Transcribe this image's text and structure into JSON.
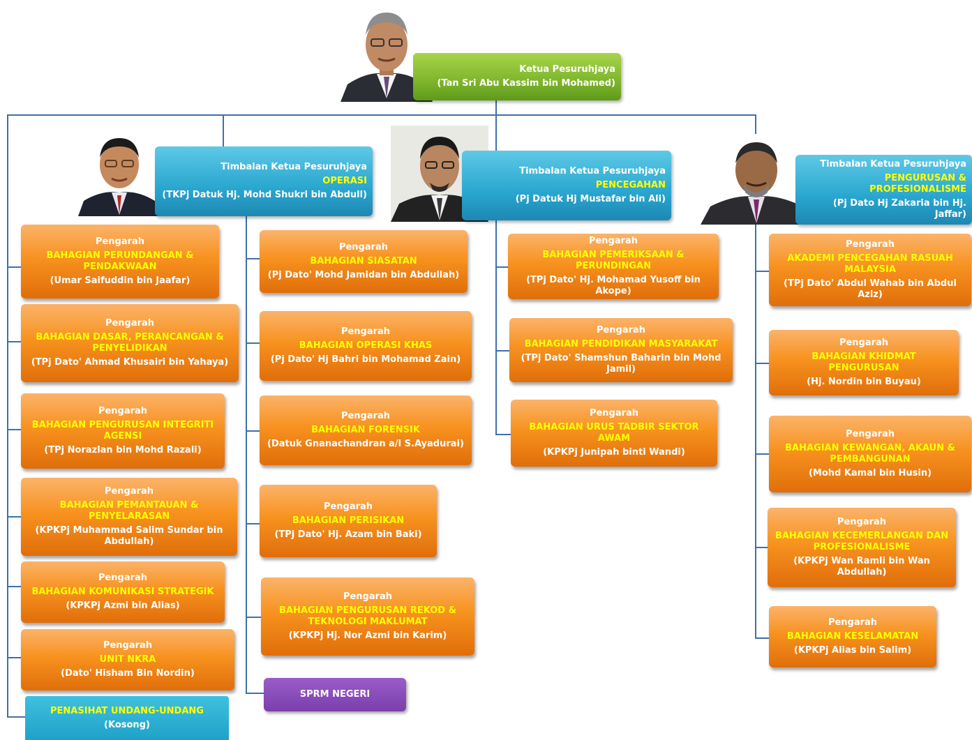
{
  "chief": {
    "title": "Ketua Pesuruhjaya",
    "name": "(Tan Sri Abu Kassim bin Mohamed)"
  },
  "deputies": [
    {
      "title": "Timbalan Ketua Pesuruhjaya",
      "division": "OPERASI",
      "name": "(TKPj Datuk Hj. Mohd Shukri bin Abdull)"
    },
    {
      "title": "Timbalan Ketua Pesuruhjaya",
      "division": "PENCEGAHAN",
      "name": "(Pj Datuk Hj Mustafar bin Ali)"
    },
    {
      "title": "Timbalan Ketua Pesuruhjaya",
      "division": "PENGURUSAN & PROFESIONALISME",
      "name": "(Pj Dato Hj Zakaria bin Hj. Jaffar)"
    }
  ],
  "col1": [
    {
      "role": "Pengarah",
      "unit": "BAHAGIAN PERUNDANGAN & PENDAKWAAN",
      "name": "(Umar Saifuddin bin Jaafar)"
    },
    {
      "role": "Pengarah",
      "unit": "BAHAGIAN DASAR, PERANCANGAN & PENYELIDIKAN",
      "name": "(TPj Dato' Ahmad Khusairi bin Yahaya)"
    },
    {
      "role": "Pengarah",
      "unit": "BAHAGIAN PENGURUSAN INTEGRITI AGENSI",
      "name": "(TPj Norazlan bin Mohd Razali)"
    },
    {
      "role": "Pengarah",
      "unit": "BAHAGIAN PEMANTAUAN & PENYELARASAN",
      "name": "(KPKPj Muhammad Salim Sundar bin Abdullah)"
    },
    {
      "role": "Pengarah",
      "unit": "BAHAGIAN KOMUNIKASI STRATEGIK",
      "name": "(KPKPj Azmi bin Alias)"
    },
    {
      "role": "Pengarah",
      "unit": "UNIT NKRA",
      "name": "(Dato' Hisham Bin Nordin)"
    }
  ],
  "legal": {
    "unit": "PENASIHAT UNDANG-UNDANG",
    "name": "(Kosong)"
  },
  "col2": [
    {
      "role": "Pengarah",
      "unit": "BAHAGIAN SIASATAN",
      "name": "(Pj Dato' Mohd Jamidan bin Abdullah)"
    },
    {
      "role": "Pengarah",
      "unit": "BAHAGIAN OPERASI KHAS",
      "name": "(Pj Dato' Hj Bahri bin Mohamad Zain)"
    },
    {
      "role": "Pengarah",
      "unit": "BAHAGIAN FORENSIK",
      "name": "(Datuk Gnanachandran a/l S.Ayadurai)"
    },
    {
      "role": "Pengarah",
      "unit": "BAHAGIAN PERISIKAN",
      "name": "(TPj Dato' Hj. Azam bin Baki)"
    },
    {
      "role": "Pengarah",
      "unit": "BAHAGIAN PENGURUSAN REKOD & TEKNOLOGI MAKLUMAT",
      "name": "(KPKPj Hj. Nor Azmi bin Karim)"
    }
  ],
  "sprm": {
    "label": "SPRM NEGERI"
  },
  "col3": [
    {
      "role": "Pengarah",
      "unit": "BAHAGIAN PEMERIKSAAN & PERUNDINGAN",
      "name": "(TPj Dato' Hj. Mohamad Yusoff bin Akope)"
    },
    {
      "role": "Pengarah",
      "unit": "BAHAGIAN PENDIDIKAN MASYARAKAT",
      "name": "(TPj Dato' Shamshun Baharin bin Mohd Jamil)"
    },
    {
      "role": "Pengarah",
      "unit": "BAHAGIAN URUS TADBIR SEKTOR AWAM",
      "name": "(KPKPj Junipah binti Wandi)"
    }
  ],
  "col4": [
    {
      "role": "Pengarah",
      "unit": "AKADEMI PENCEGAHAN RASUAH MALAYSIA",
      "name": "(TPj Dato' Abdul Wahab bin Abdul Aziz)"
    },
    {
      "role": "Pengarah",
      "unit": "BAHAGIAN KHIDMAT PENGURUSAN",
      "name": "(Hj. Nordin bin Buyau)"
    },
    {
      "role": "Pengarah",
      "unit": "BAHAGIAN KEWANGAN, AKAUN & PEMBANGUNAN",
      "name": "(Mohd Kamal bin Husin)"
    },
    {
      "role": "Pengarah",
      "unit": "BAHAGIAN KECEMERLANGAN DAN PROFESIONALISME",
      "name": "(KPKPj Wan Ramli bin Wan Abdullah)"
    },
    {
      "role": "Pengarah",
      "unit": "BAHAGIAN KESELAMATAN",
      "name": "(KPKPj Alias bin Salim)"
    }
  ]
}
